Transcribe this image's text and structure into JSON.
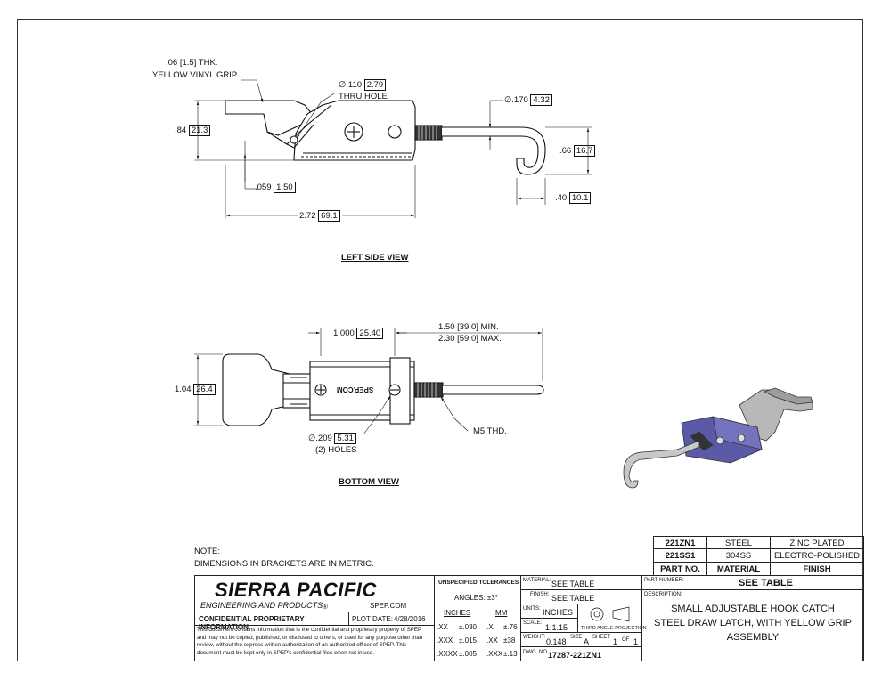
{
  "colors": {
    "line": "#1a1a1a",
    "part_fill": "#ffffff",
    "render_body": "#5b5aa8",
    "render_metal": "#b8b8b8",
    "render_grip": "#9d9d9d"
  },
  "left_view": {
    "title": "LEFT SIDE VIEW",
    "grip_note_1": ".06 [1.5] THK.",
    "grip_note_2": "YELLOW VINYL GRIP",
    "hole_dia": "∅.110",
    "hole_dia_mm": "2.79",
    "hole_note": "THRU HOLE",
    "rod_dia": "∅.170",
    "rod_dia_mm": "4.32",
    "height": ".84",
    "height_mm": "21.3",
    "hook_h": ".66",
    "hook_h_mm": "16.7",
    "base_gap": ".059",
    "base_gap_mm": "1.50",
    "hook_w": ".40",
    "hook_w_mm": "10.1",
    "length": "2.72",
    "length_mm": "69.1"
  },
  "bottom_view": {
    "title": "BOTTOM VIEW",
    "spacing": "1.000",
    "spacing_mm": "25.40",
    "reach_min": "1.50 [39.0] MIN.",
    "reach_max": "2.30 [59.0] MAX.",
    "width": "1.04",
    "width_mm": "26.4",
    "holes": "∅.209",
    "holes_mm": "5.31",
    "holes_note": "(2) HOLES",
    "thread": "M5 THD.",
    "stamp": "SPEP.COM"
  },
  "note": {
    "heading": "NOTE:",
    "text": "DIMENSIONS IN BRACKETS ARE IN METRIC."
  },
  "parts_table": {
    "rows": [
      {
        "part": "221ZN1",
        "material": "STEEL",
        "finish": "ZINC PLATED"
      },
      {
        "part": "221SS1",
        "material": "304SS",
        "finish": "ELECTRO-POLISHED"
      }
    ],
    "header": {
      "part": "PART NO.",
      "material": "MATERIAL",
      "finish": "FINISH"
    }
  },
  "title_block": {
    "company": "SIERRA PACIFIC",
    "company_sub": "ENGINEERING AND PRODUCTS",
    "registered": "®",
    "website": "SPEP.COM",
    "confidential_heading": "CONFIDENTIAL PROPRIETARY INFORMATION",
    "plot_date_label": "PLOT DATE:",
    "plot_date": "4/28/2016",
    "confidential_text": "This document contains information that is the confidential and proprietary property of SPEP and may not be copied, published, or disclosed to others, or used for any purpose other than review, without the express written authorization of an authorized officer of SPEP. This document must be kept only in SPEP's confidential files when not in use.",
    "tolerances_heading": "UNSPECIFIED TOLERANCES",
    "angles": "ANGLES: ±3°",
    "inches_label": "INCHES",
    "mm_label": "MM",
    "tol_inches": [
      {
        "k": ".XX",
        "v": "±.030"
      },
      {
        "k": ".XXX",
        "v": "±.015"
      },
      {
        "k": ".XXXX",
        "v": "±.005"
      }
    ],
    "tol_mm": [
      {
        "k": ".X",
        "v": "±.76"
      },
      {
        "k": ".XX",
        "v": "±38"
      },
      {
        "k": ".XXX",
        "v": "±.13"
      }
    ],
    "material_label": "MATERIAL:",
    "material_value": "SEE TABLE",
    "finish_label": "FINISH:",
    "finish_value": "SEE TABLE",
    "units_label": "UNITS:",
    "units_value": "INCHES",
    "projection": "THIRD ANGLE PROJECTION",
    "scale_label": "SCALE:",
    "scale_value": "1:1.15",
    "weight_label": "WEIGHT:",
    "weight_value": "0.148",
    "size_label": "SIZE",
    "size_value": "A",
    "sheet_label": "SHEET",
    "sheet_value": "1",
    "sheet_of": "OF",
    "sheet_total": "1",
    "dwg_label": "DWG. NO.",
    "dwg_value": "17287-221ZN1",
    "part_number_label": "PART NUMBER:",
    "part_number_value": "SEE TABLE",
    "description_label": "DESCRIPTION:",
    "description_lines": [
      "SMALL ADJUSTABLE HOOK CATCH",
      "STEEL DRAW LATCH, WITH YELLOW GRIP",
      "ASSEMBLY"
    ]
  }
}
